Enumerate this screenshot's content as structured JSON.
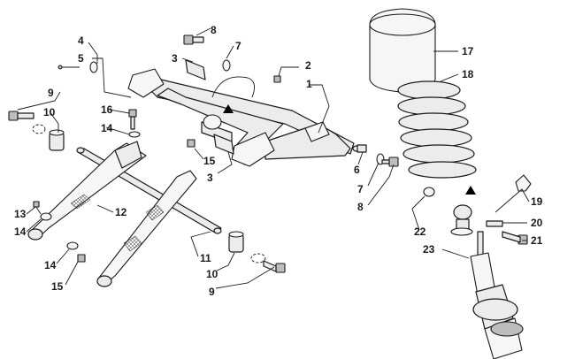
{
  "callouts": [
    "1",
    "2",
    "3",
    "3",
    "4",
    "5",
    "6",
    "7",
    "7",
    "8",
    "8",
    "9",
    "9",
    "10",
    "10",
    "11",
    "12",
    "13",
    "14",
    "14",
    "14",
    "15",
    "15",
    "16",
    "17",
    "18",
    "19",
    "20",
    "21",
    "22",
    "23"
  ]
}
